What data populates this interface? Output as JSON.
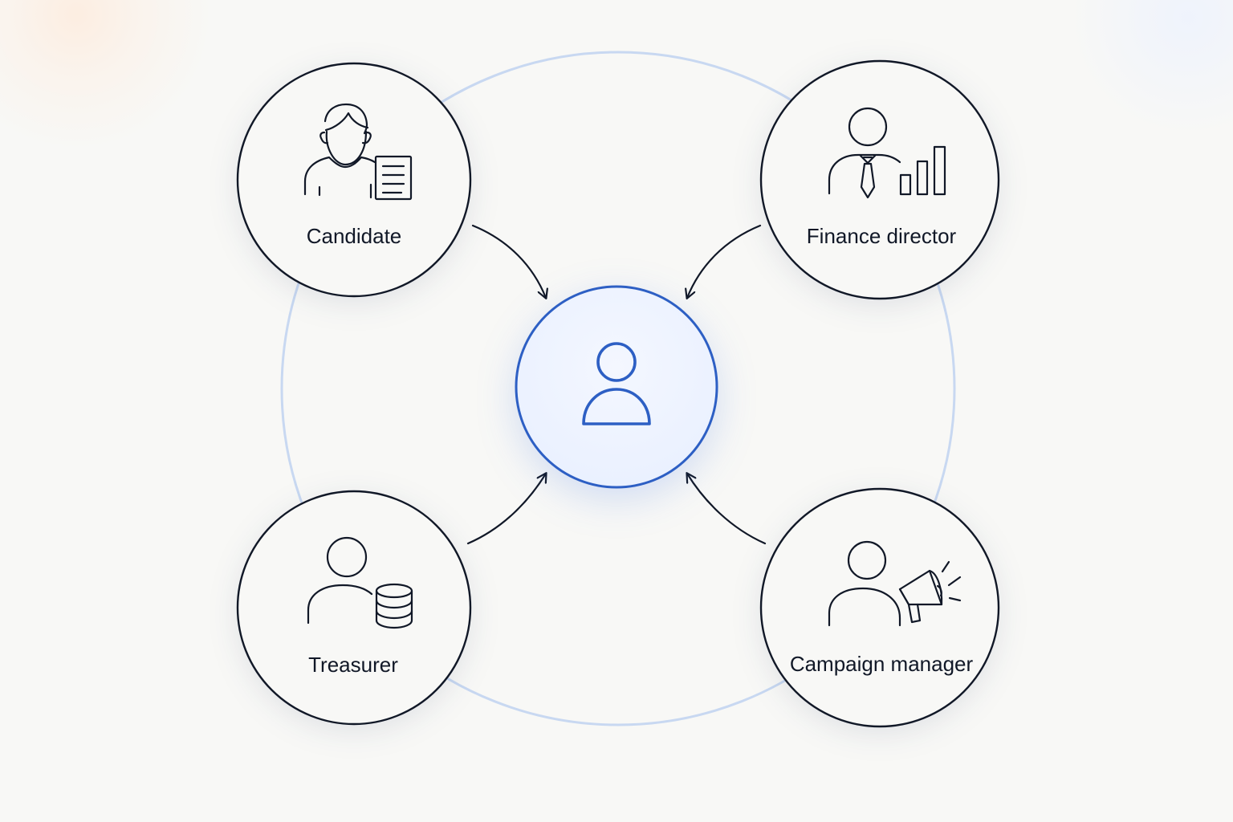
{
  "roles": {
    "candidate": {
      "label": "Candidate",
      "icon": "candidate-document-icon"
    },
    "finance_director": {
      "label": "Finance director",
      "icon": "finance-chart-icon"
    },
    "treasurer": {
      "label": "Treasurer",
      "icon": "treasurer-coins-icon"
    },
    "campaign_manager": {
      "label": "Campaign manager",
      "icon": "campaign-megaphone-icon"
    }
  },
  "center": {
    "icon": "central-user-icon"
  },
  "colors": {
    "background": "#f8f8f6",
    "line": "#111827",
    "accent": "#2d5fc4",
    "ring": "#c8d8f1",
    "center_fill": "#eef4ff"
  }
}
